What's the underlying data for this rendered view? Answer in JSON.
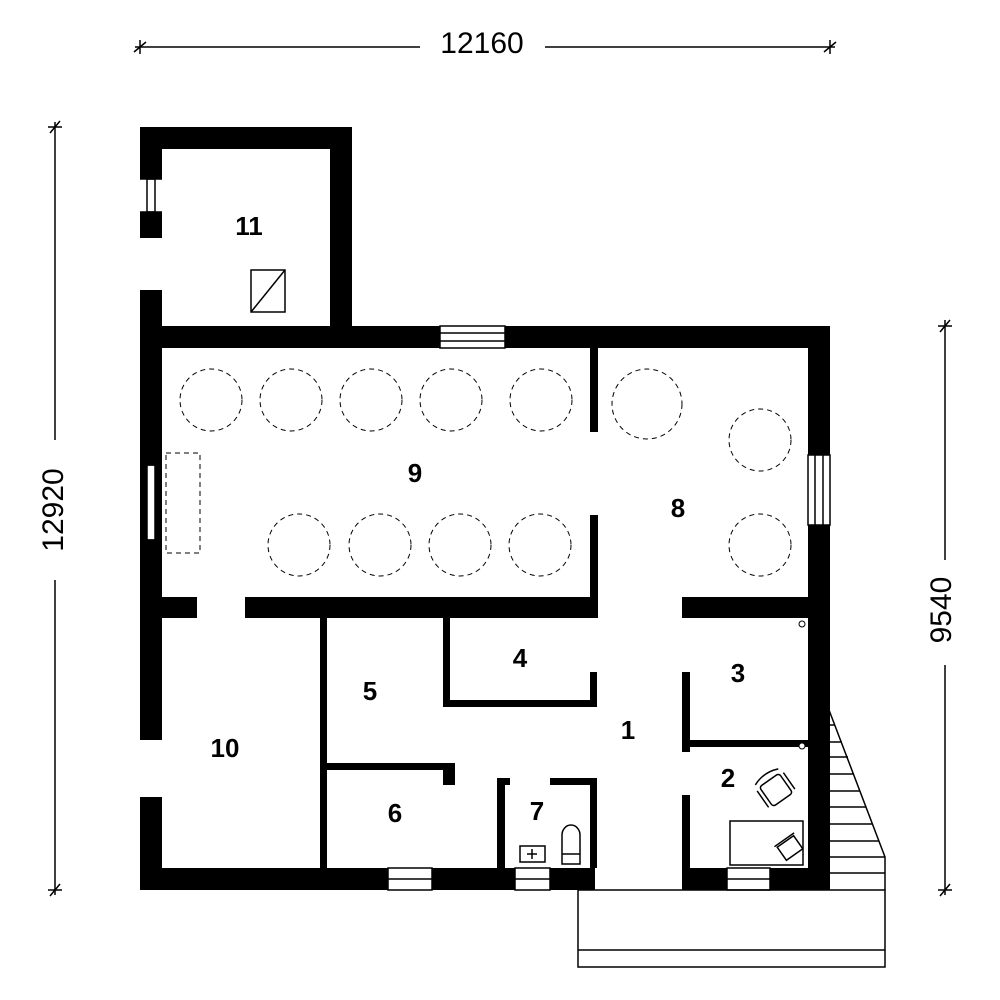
{
  "dimensions": {
    "width": "12160",
    "height_total": "12920",
    "height_main": "9540"
  },
  "rooms": [
    {
      "id": "1",
      "label": "1"
    },
    {
      "id": "2",
      "label": "2"
    },
    {
      "id": "3",
      "label": "3"
    },
    {
      "id": "4",
      "label": "4"
    },
    {
      "id": "5",
      "label": "5"
    },
    {
      "id": "6",
      "label": "6"
    },
    {
      "id": "7",
      "label": "7"
    },
    {
      "id": "8",
      "label": "8"
    },
    {
      "id": "9",
      "label": "9"
    },
    {
      "id": "10",
      "label": "10"
    },
    {
      "id": "11",
      "label": "11"
    }
  ]
}
